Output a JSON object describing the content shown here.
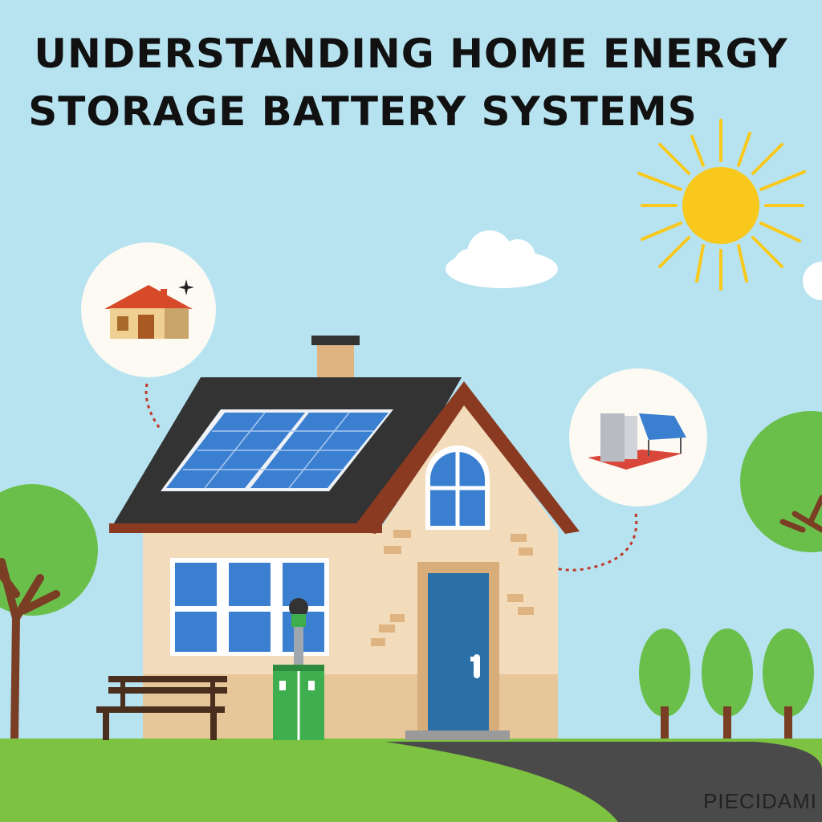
{
  "title": {
    "line1": "UNDERSTANDING HOME ENERGY",
    "line2": "STORAGE BATTERY SYSTEMS"
  },
  "watermark": "PIECIDAMI",
  "colors": {
    "sky": "#b7e3f0",
    "grass": "#7dc241",
    "roof": "#333333",
    "roof_trim": "#8b3a22",
    "wall": "#f2dcbc",
    "door": "#2a6fa6",
    "solar_panel": "#3b7fd1",
    "sun": "#f8c91c",
    "battery": "#3fae4f",
    "tree": "#6abf4b",
    "trunk": "#7a3e24",
    "path": "#4a4a4a",
    "dotted_arrow": "#c0392b"
  },
  "icons": [
    "house-icon",
    "battery-solar-unit-icon",
    "sun-icon",
    "cloud-icon",
    "solar-panel-icon",
    "bench-icon",
    "tree-icon"
  ]
}
